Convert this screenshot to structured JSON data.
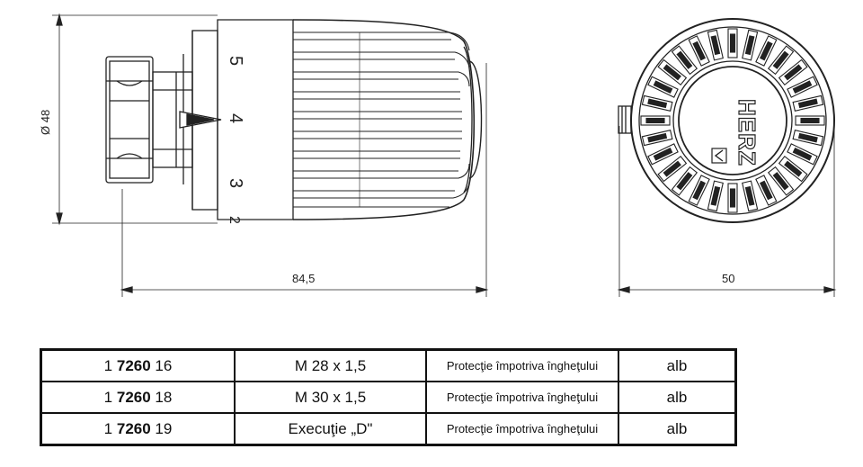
{
  "dimensions": {
    "diameter": "Ø 48",
    "length": "84,5",
    "front_width": "50"
  },
  "scale_marks": [
    "5",
    "4",
    "3",
    "2"
  ],
  "brand": "HERZ",
  "table": {
    "rows": [
      {
        "code_prefix": "1",
        "code_main": "7260",
        "code_suffix": "16",
        "connection": "M 28 x 1,5",
        "description": "Protecţie împotriva îngheţului",
        "color": "alb"
      },
      {
        "code_prefix": "1",
        "code_main": "7260",
        "code_suffix": "18",
        "connection": "M 30 x 1,5",
        "description": "Protecţie împotriva îngheţului",
        "color": "alb"
      },
      {
        "code_prefix": "1",
        "code_main": "7260",
        "code_suffix": "19",
        "connection": "Execuţie „D\"",
        "description": "Protecţie împotriva îngheţului",
        "color": "alb"
      }
    ]
  }
}
